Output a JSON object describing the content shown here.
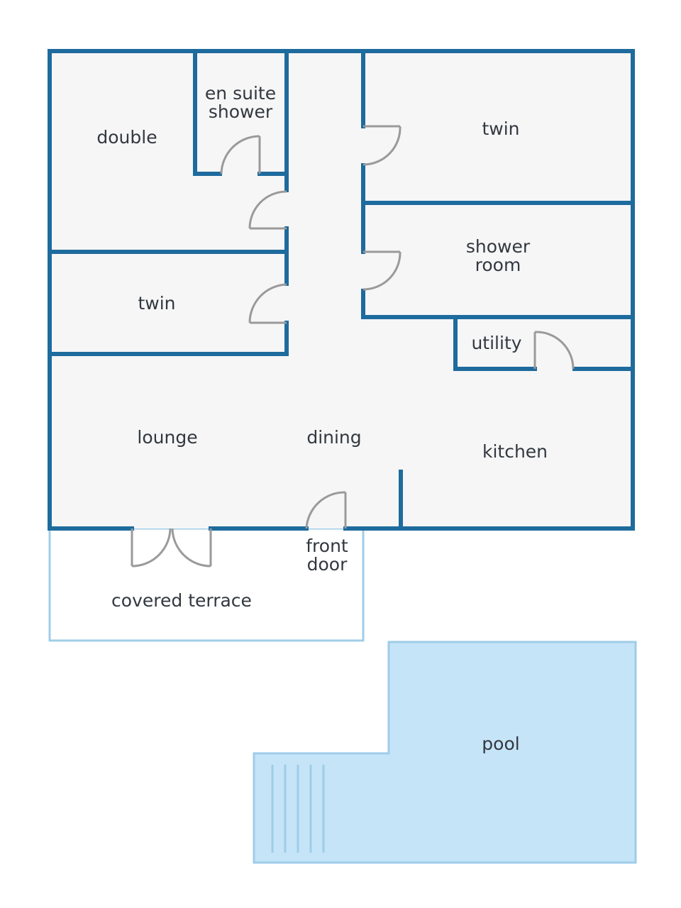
{
  "colors": {
    "wall": "#1e6b9e",
    "floor": "#f6f6f6",
    "terrace_outline": "#9fcde8",
    "pool_fill": "#c5e4f8",
    "pool_outline": "#9fcde8",
    "door": "#9a9a9a",
    "label": "#333840"
  },
  "rooms": {
    "double": "double",
    "en_suite_line1": "en suite",
    "en_suite_line2": "shower",
    "twin_right": "twin",
    "shower_room_line1": "shower",
    "shower_room_line2": "room",
    "twin_left": "twin",
    "utility": "utility",
    "lounge": "lounge",
    "dining": "dining",
    "kitchen": "kitchen",
    "front_door_line1": "front",
    "front_door_line2": "door",
    "covered_terrace": "covered terrace",
    "pool": "pool"
  }
}
